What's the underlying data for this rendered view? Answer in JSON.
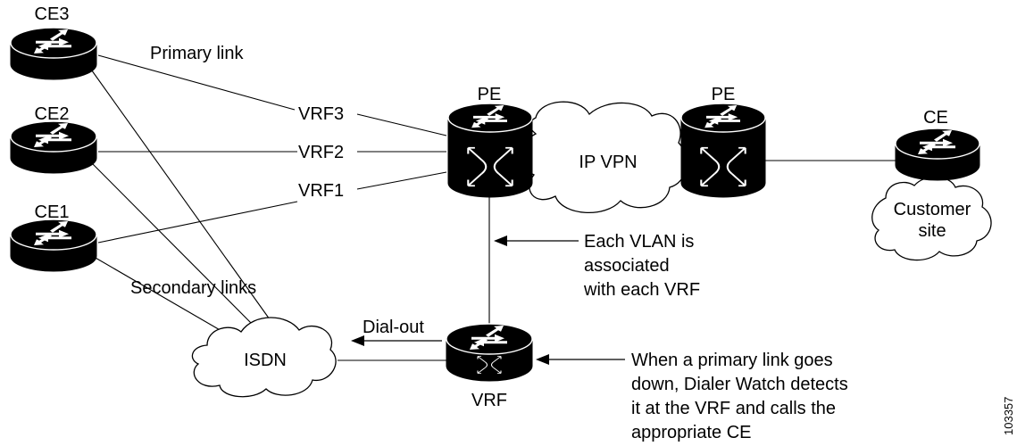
{
  "colors": {
    "ink": "#000000",
    "paper": "#ffffff"
  },
  "nodes": {
    "ce3": "CE3",
    "ce2": "CE2",
    "ce1": "CE1",
    "pe_left": "PE",
    "pe_right": "PE",
    "ce_right": "CE",
    "vrf_router": "VRF"
  },
  "links": {
    "primary": "Primary link",
    "secondary": "Secondary links",
    "vrf3": "VRF3",
    "vrf2": "VRF2",
    "vrf1": "VRF1",
    "dial_out": "Dial-out"
  },
  "clouds": {
    "ip_vpn": "IP VPN",
    "isdn": "ISDN",
    "customer_site": [
      "Customer",
      "site"
    ]
  },
  "annotations": {
    "vlan": [
      "Each VLAN is",
      "associated",
      "with each VRF"
    ],
    "dialer_watch": [
      "When a primary link goes",
      "down, Dialer Watch detects",
      "it at the VRF and calls the",
      "appropriate CE"
    ]
  },
  "figure_id": "103357"
}
